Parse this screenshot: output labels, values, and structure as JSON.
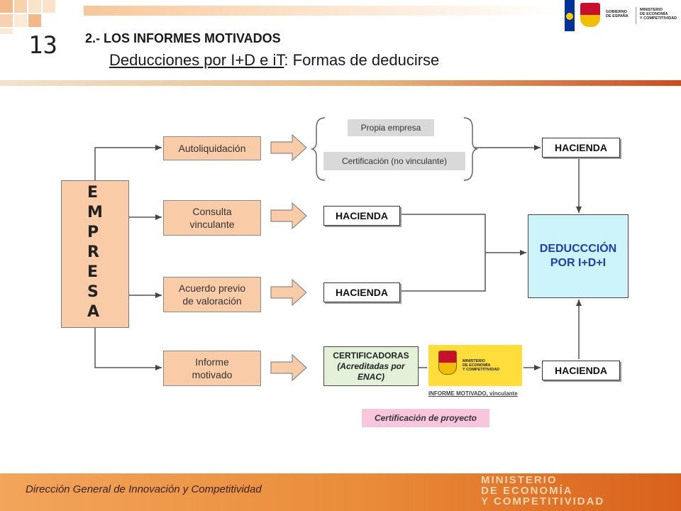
{
  "header": {
    "slide_number": "13",
    "section_title": "2.- LOS INFORMES MOTIVADOS",
    "subtitle_underlined": "Deducciones por I+D e iT",
    "subtitle_rest": ": Formas de deducirse",
    "gov_logo": {
      "left_text": [
        "GOBIERNO",
        "DE ESPAÑA"
      ],
      "right_text": [
        "MINISTERIO",
        "DE ECONOMÍA",
        "Y COMPETITIVIDAD"
      ]
    }
  },
  "diagram": {
    "empresa_letters": [
      "E",
      "M",
      "P",
      "R",
      "E",
      "S",
      "A"
    ],
    "methods": [
      {
        "label_lines": [
          "Autoliquidación"
        ]
      },
      {
        "label_lines": [
          "Consulta",
          "vinculante"
        ]
      },
      {
        "label_lines": [
          "Acuerdo previo",
          "de valoración"
        ]
      },
      {
        "label_lines": [
          "Informe",
          "motivado"
        ]
      }
    ],
    "autoliquidacion_options": [
      "Propia empresa",
      "Certificación (no vinculante)"
    ],
    "hacienda_label": "HACIENDA",
    "deduccion_lines": [
      "DEDUCCCIÓN",
      "POR I+D+I"
    ],
    "certificadoras_lines": [
      "CERTIFICADORAS",
      "(Acreditadas por",
      "ENAC)"
    ],
    "ministerio_text": [
      "MINISTERIO",
      "DE ECONOMÍA",
      "Y COMPETITIVIDAD"
    ],
    "informe_motivado_vinculante": "INFORME MOTIVADO, vinculante",
    "certificacion_proyecto": "Certificación de proyecto"
  },
  "footer": {
    "direccion": "Dirección General de Innovación y Competitividad",
    "ministerio_lines": [
      "MINISTERIO",
      "DE ECONOMÍA",
      "Y COMPETITIVIDAD"
    ]
  },
  "colors": {
    "peach_box": "#f9cba7",
    "deduccion_box": "#cdf4fb",
    "deduccion_text": "#1f3db5",
    "certificadoras_box": "#e3f1d9",
    "ministerio_logo": "#ffdd3a",
    "certificacion_box": "#f8c6dc",
    "footer_band": "#e98b38"
  }
}
